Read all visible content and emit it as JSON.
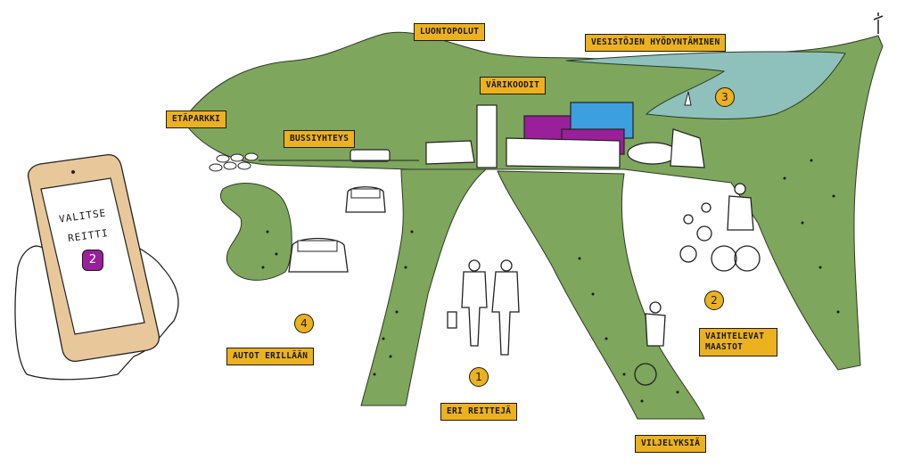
{
  "labels": {
    "luontopolut": "LUONTOPOLUT",
    "vesistojen": "VESISTÖJEN HYÖDYNTÄMINEN",
    "varikoodit": "VÄRIKOODIT",
    "etaparkki": "ETÄPARKKI",
    "bussiyhteys": "BUSSIYHTEYS",
    "vaihtelevat": "VAIHTELEVAT MAASTOT",
    "autot": "AUTOT ERILLÄÄN",
    "eri_reitteja": "ERI REITTEJÄ",
    "viljelyksia": "VILJELYKSIÄ"
  },
  "numbers": {
    "n1": "1",
    "n2": "2",
    "n3": "3",
    "n4": "4"
  },
  "phone": {
    "line1": "VALITSE",
    "line2": "REITTI",
    "badge": "2"
  },
  "colors": {
    "green": "#7ea65c",
    "water": "#8ec1bb",
    "tag": "#ecb11f",
    "purple": "#9a1f9a",
    "blue": "#3b9fe0",
    "phone": "#e8c79a"
  }
}
